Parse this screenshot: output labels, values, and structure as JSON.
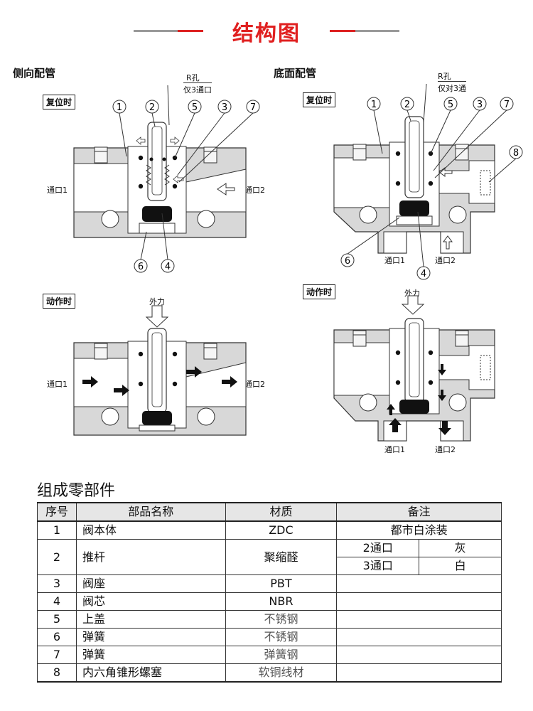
{
  "header": {
    "title": "结构图"
  },
  "side": {
    "title": "侧向配管",
    "reset_label": "复位时",
    "action_label": "动作时",
    "r_hole": "R孔",
    "r_note": "仅3通口",
    "port1": "通口1",
    "port2": "通口2",
    "force": "外力"
  },
  "bottom": {
    "title": "底面配管",
    "reset_label": "复位时",
    "action_label": "动作时",
    "r_hole": "R孔",
    "r_note": "仅对3通",
    "port1": "通口1",
    "port2": "通口2",
    "force": "外力"
  },
  "callouts": [
    "1",
    "2",
    "5",
    "3",
    "7",
    "6",
    "4",
    "8"
  ],
  "parts": {
    "title": "组成零部件",
    "headers": [
      "序号",
      "部品名称",
      "材质",
      "备注"
    ],
    "rows": [
      {
        "no": "1",
        "name": "阀本体",
        "material": "ZDC",
        "note": "都市白涂装"
      },
      {
        "no": "2",
        "name": "推杆",
        "material": "聚缩醛",
        "sub": [
          {
            "port": "2通口",
            "color": "灰"
          },
          {
            "port": "3通口",
            "color": "白"
          }
        ]
      },
      {
        "no": "3",
        "name": "阀座",
        "material": "PBT",
        "note": ""
      },
      {
        "no": "4",
        "name": "阀芯",
        "material": "NBR",
        "note": ""
      },
      {
        "no": "5",
        "name": "上盖",
        "material": "不锈钢",
        "note": ""
      },
      {
        "no": "6",
        "name": "弹簧",
        "material": "不锈钢",
        "note": ""
      },
      {
        "no": "7",
        "name": "弹簧",
        "material": "弹簧钢",
        "note": ""
      },
      {
        "no": "8",
        "name": "内六角锥形螺塞",
        "material": "软铜线材",
        "note": ""
      }
    ]
  }
}
